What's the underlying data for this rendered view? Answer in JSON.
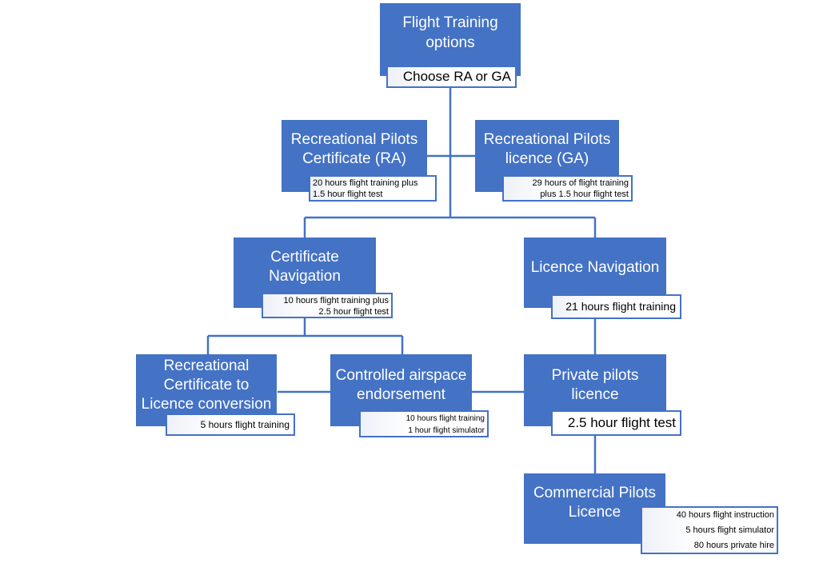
{
  "colors": {
    "box_fill": "#4472C4",
    "box_text": "#ffffff",
    "connector": "#4472C4",
    "sub_border": "#4472C4"
  },
  "nodes": {
    "flight_training": {
      "title": "Flight Training\noptions",
      "sub": [
        "Choose RA or GA"
      ]
    },
    "rpc_ra": {
      "title": "Recreational Pilots\nCertificate (RA)",
      "sub": [
        "20 hours flight training plus",
        "1.5 hour flight test"
      ]
    },
    "rpl_ga": {
      "title": "Recreational Pilots\nlicence (GA)",
      "sub": [
        "29 hours of flight training",
        "plus 1.5 hour flight test"
      ]
    },
    "cert_nav": {
      "title": "Certificate\nNavigation",
      "sub": [
        "10 hours flight training plus",
        "2.5 hour flight test"
      ]
    },
    "lic_nav": {
      "title": "Licence Navigation",
      "sub": [
        "21 hours flight training"
      ]
    },
    "conversion": {
      "title": "Recreational\nCertificate to\nLicence conversion",
      "sub": [
        "5 hours flight training"
      ]
    },
    "controlled": {
      "title": "Controlled airspace\nendorsement",
      "sub": [
        "10 hours flight training",
        "1 hour flight simulator"
      ]
    },
    "ppl": {
      "title": "Private pilots\nlicence",
      "sub": [
        "2.5 hour flight test"
      ]
    },
    "cpl": {
      "title": "Commercial Pilots\nLicence",
      "sub": [
        "40 hours flight instruction",
        "5 hours flight simulator",
        "80 hours private hire"
      ]
    }
  }
}
